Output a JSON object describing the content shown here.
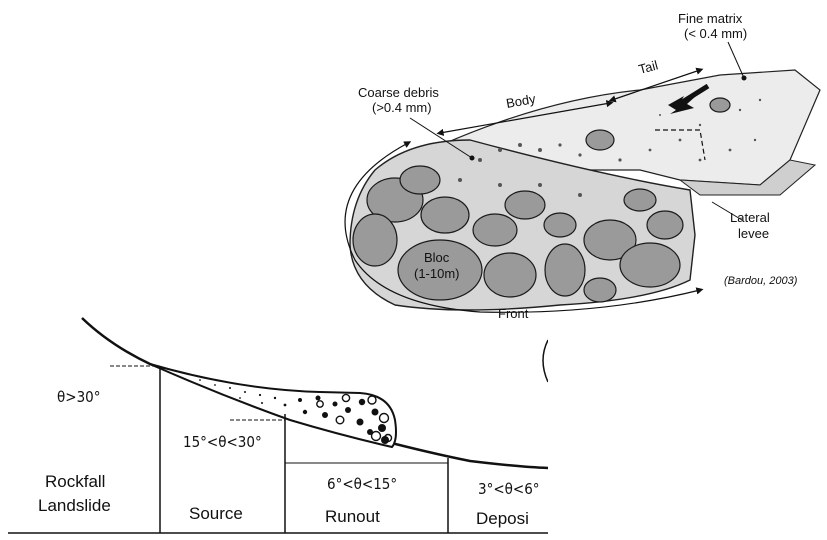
{
  "debris_flow": {
    "labels": {
      "fine_matrix": [
        "Fine matrix",
        "(< 0.4 mm)"
      ],
      "tail": "Tail",
      "coarse_debris": [
        "Coarse debris",
        "(>0.4 mm)"
      ],
      "body": "Body",
      "lateral_levee": [
        "Lateral",
        "levee"
      ],
      "bloc": [
        "Bloc",
        "(1-10m)"
      ],
      "front": "Front",
      "citation": "(Bardou, 2003)"
    }
  },
  "slope_profile": {
    "zones": [
      {
        "angle": "θ>30°",
        "name_lines": [
          "Rockfall",
          "Landslide"
        ]
      },
      {
        "angle": "15°<θ<30°",
        "name_lines": [
          "Source"
        ]
      },
      {
        "angle": "6°<θ<15°",
        "name_lines": [
          "Runout"
        ]
      },
      {
        "angle": "3°<θ<6°",
        "name_lines": [
          "Deposi"
        ]
      }
    ]
  }
}
